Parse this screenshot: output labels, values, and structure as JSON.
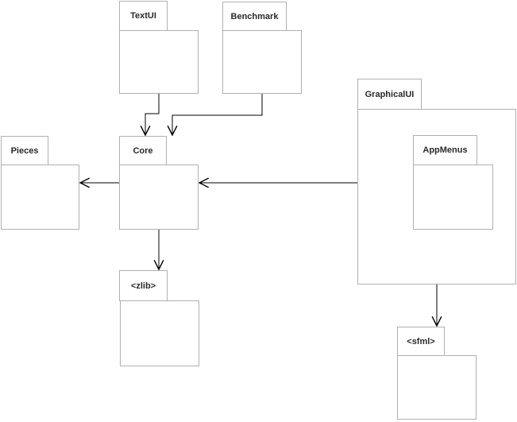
{
  "diagram": {
    "kind": "uml-package-dependency-diagram",
    "colors": {
      "background": "#ffffff",
      "package_border": "#b0b0b0",
      "label_text": "#2a2a2a",
      "arrow": "#000000"
    },
    "packages": [
      {
        "id": "textui",
        "label": "TextUI"
      },
      {
        "id": "benchmark",
        "label": "Benchmark"
      },
      {
        "id": "graphicalui",
        "label": "GraphicalUI"
      },
      {
        "id": "appmenus",
        "label": "AppMenus",
        "contained_in": "GraphicalUI"
      },
      {
        "id": "pieces",
        "label": "Pieces"
      },
      {
        "id": "core",
        "label": "Core"
      },
      {
        "id": "zlib",
        "label": "<zlib>"
      },
      {
        "id": "sfml",
        "label": "<sfml>"
      }
    ],
    "dependencies": [
      {
        "from": "TextUI",
        "to": "Core"
      },
      {
        "from": "Benchmark",
        "to": "Core"
      },
      {
        "from": "Core",
        "to": "Pieces"
      },
      {
        "from": "GraphicalUI",
        "to": "Core"
      },
      {
        "from": "Core",
        "to": "<zlib>"
      },
      {
        "from": "GraphicalUI",
        "to": "<sfml>"
      }
    ]
  }
}
